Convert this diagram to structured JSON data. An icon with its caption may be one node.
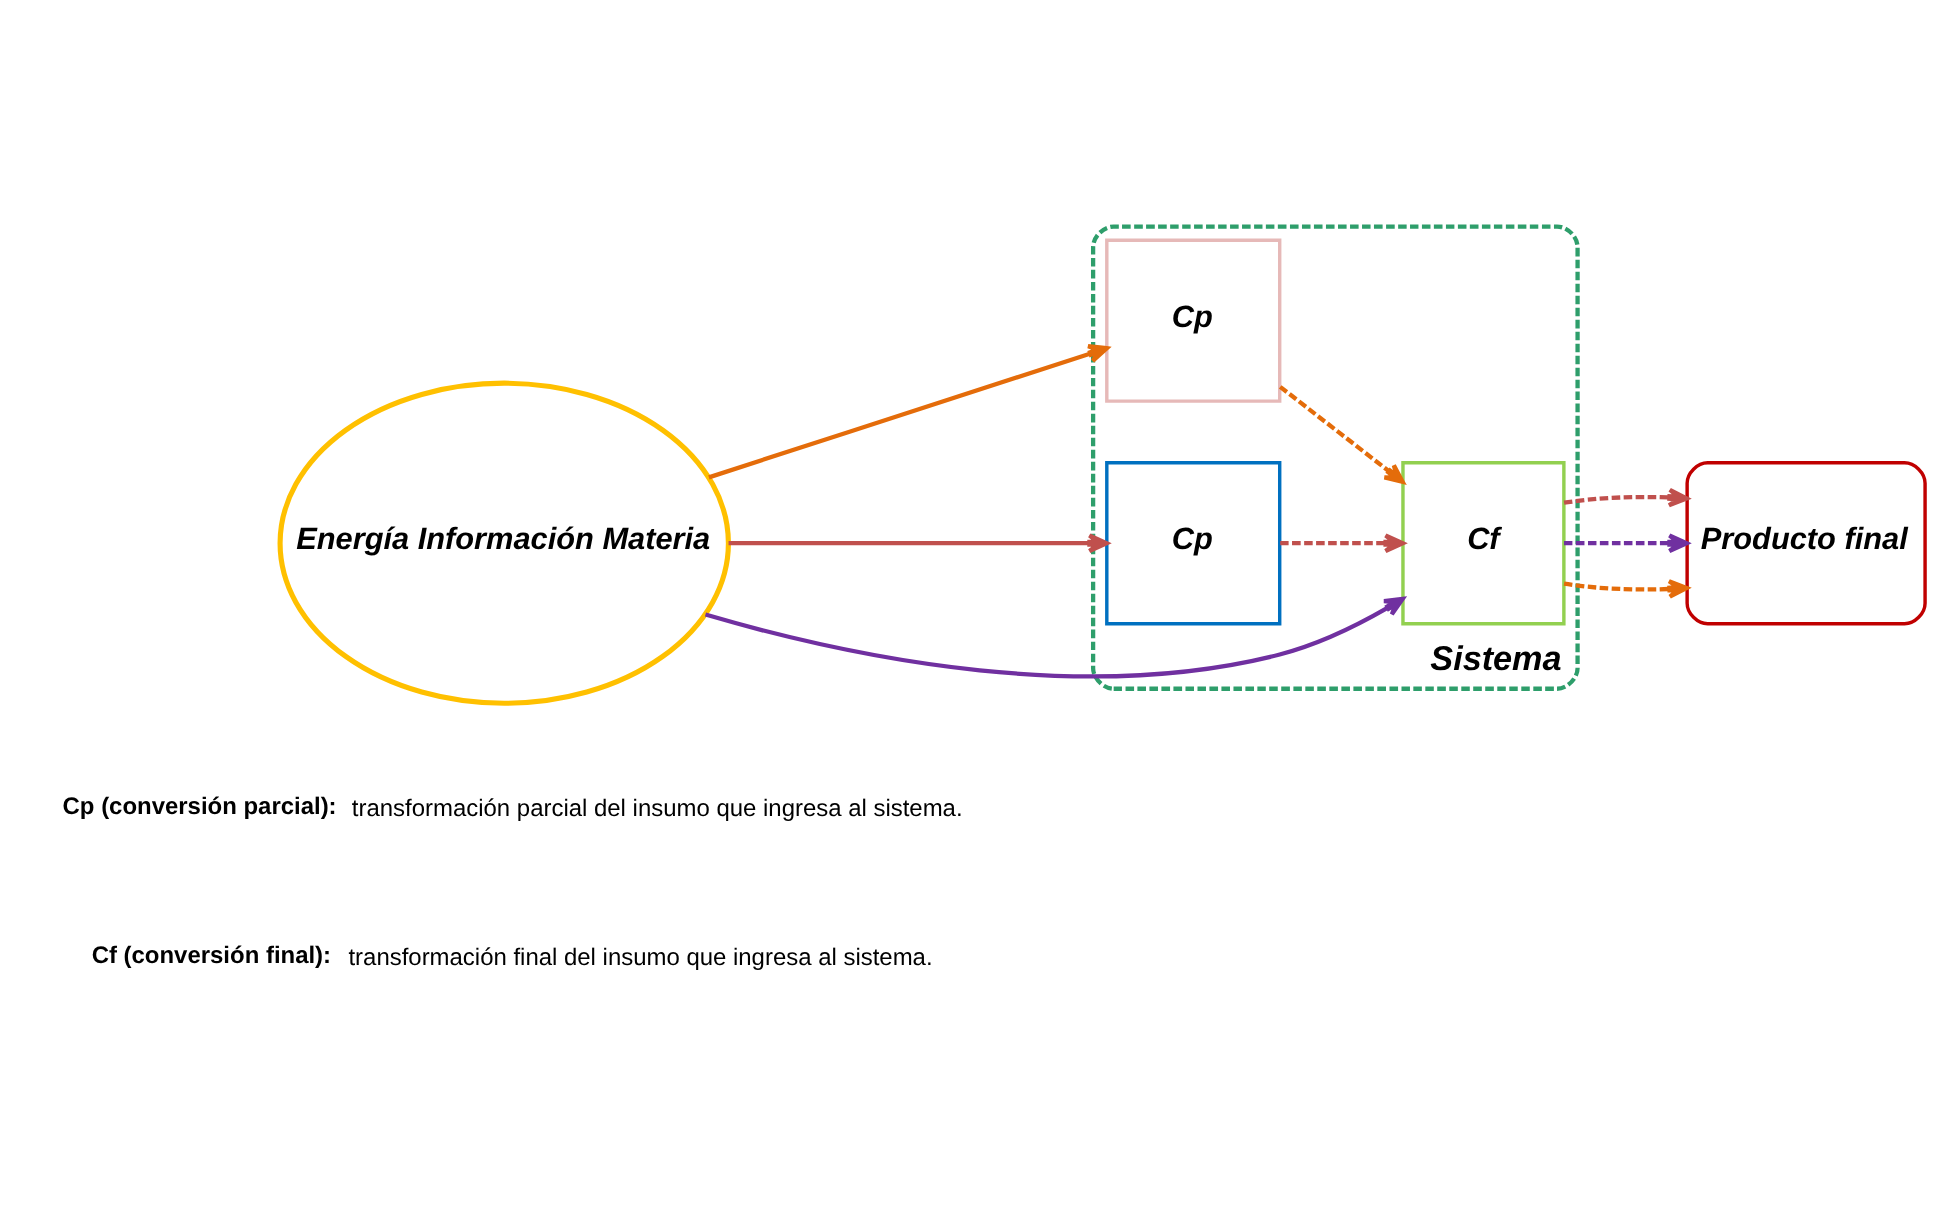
{
  "diagram": {
    "nodes": [
      {
        "text": [
          "Energía Información Materia"
        ]
      },
      {
        "text": [
          "Sistema"
        ]
      },
      {
        "text": [
          "Cp"
        ],
        "in": 1
      },
      {
        "text": [
          "Cf"
        ],
        "in": 1
      },
      {
        "text": [
          "Cp"
        ],
        "in": 1
      },
      {
        "text": [
          "Producto final"
        ]
      }
    ],
    "edges": [
      {
        "from": 0,
        "to": 2,
        "arrow": "to",
        "color": "#e46c0a"
      },
      {
        "from": 0,
        "to": 3,
        "arrow": "to",
        "color": "#7030a0"
      },
      {
        "from": 0,
        "to": 4,
        "arrow": "to",
        "color": "#c0504d"
      },
      {
        "from": 2,
        "to": 3,
        "arrow": "to",
        "style": "dashed",
        "color": "#e46c0a"
      },
      {
        "from": 4,
        "to": 3,
        "arrow": "to",
        "style": "dashed",
        "color": "#c0504d"
      },
      {
        "from": 3,
        "to": 5,
        "arrow": "to",
        "style": "dashed",
        "color": "#e46c0a"
      },
      {
        "from": 3,
        "to": 5,
        "arrow": "to",
        "style": "dashed",
        "color": "#7030a0"
      },
      {
        "from": 3,
        "to": 5,
        "arrow": "to",
        "style": "dashed",
        "color": "#c0504d"
      }
    ],
    "labels": [
      "**Cp (conversión parcial):** transformación parcial del insumo que ingresa al sistema.",
      "**Cf (conversión final):** transformación final del insumo que ingresa al sistema."
    ]
  }
}
